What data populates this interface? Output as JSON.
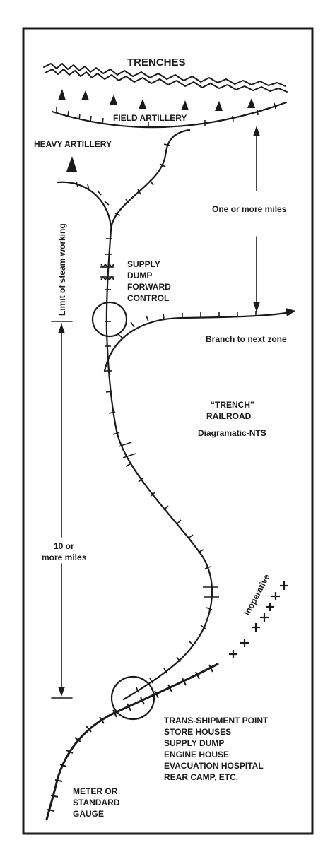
{
  "labels": {
    "trenches": "TRENCHES",
    "field_artillery": "FIELD ARTILLERY",
    "heavy_artillery": "HEAVY ARTILLERY",
    "one_or_more_miles": "One or more miles",
    "limit_steam": "Limit of steam working",
    "supply_dump_1": "SUPPLY",
    "supply_dump_2": "DUMP",
    "supply_dump_3": "FORWARD",
    "supply_dump_4": "CONTROL",
    "branch": "Branch to next zone",
    "trench_railroad_1": "“TRENCH”",
    "trench_railroad_2": "RAILROAD",
    "diagramatic": "Diagramatic-NTS",
    "ten_miles_1": "10 or",
    "ten_miles_2": "more miles",
    "inoperative": "Inoperative",
    "transship": [
      "TRANS-SHIPMENT POINT",
      "STORE HOUSES",
      "SUPPLY DUMP",
      "ENGINE HOUSE",
      "EVACUATION HOSPITAL",
      "REAR CAMP, ETC."
    ],
    "meter_gauge_1": "METER OR",
    "meter_gauge_2": "STANDARD",
    "meter_gauge_3": "GAUGE"
  },
  "colors": {
    "ink": "#1a1a1a",
    "paper": "#ffffff"
  },
  "icons": [
    "artillery-marker-icon",
    "arrow-up-icon",
    "arrow-down-icon",
    "arrow-right-icon"
  ]
}
